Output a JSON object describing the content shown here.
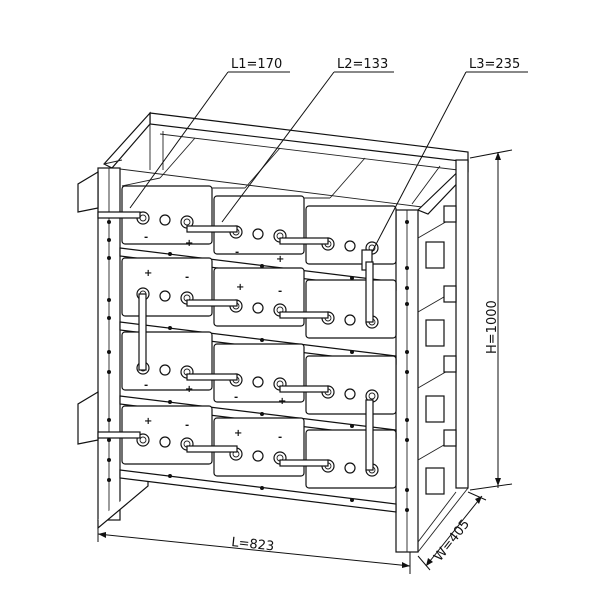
{
  "dimensions": {
    "l1": "L1=170",
    "l2": "L2=133",
    "l3": "L3=235",
    "height": "H=1000",
    "length": "L=823",
    "width": "W=405"
  },
  "polarity": {
    "plus": "+",
    "minus": "-"
  },
  "colors": {
    "line": "#111111",
    "background": "#ffffff"
  }
}
